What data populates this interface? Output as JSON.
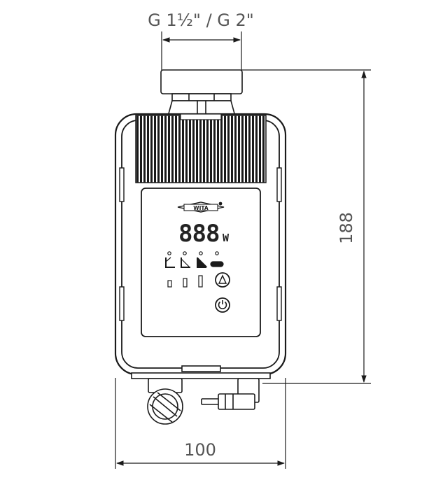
{
  "dimensions": {
    "thread_label": "G 1½\" / G 2\"",
    "height_label": "188",
    "width_label": "100"
  },
  "display": {
    "digits": "888",
    "unit": "W",
    "brand": "WITA"
  },
  "colors": {
    "line": "#1a1a1a",
    "dimension": "#555555",
    "background": "#ffffff"
  },
  "icons": [
    "setting-1-icon",
    "setting-2-icon",
    "setting-3-icon",
    "auto-icon",
    "night-mode-icon",
    "play-button-icon",
    "power-button-icon"
  ]
}
